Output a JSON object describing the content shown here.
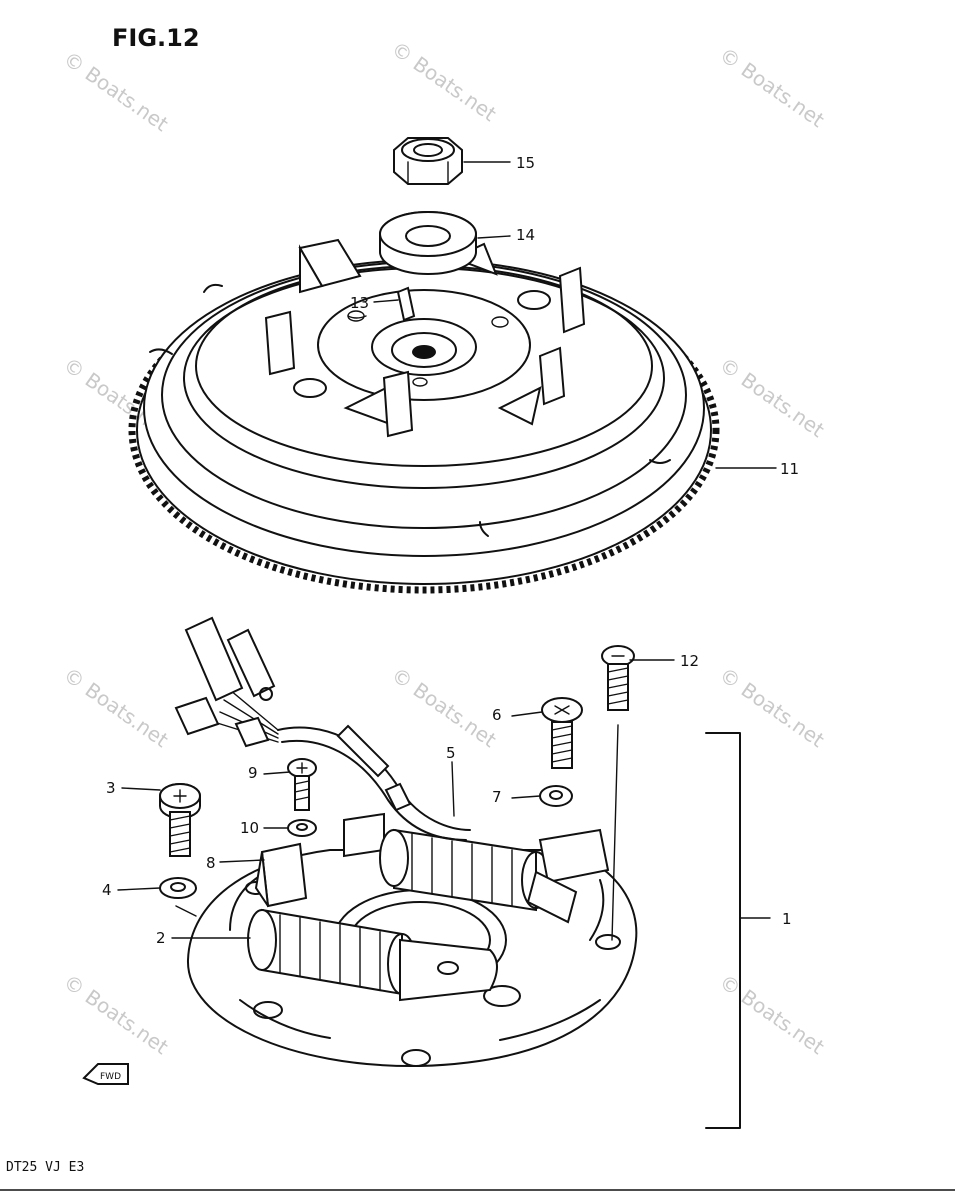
{
  "figure": {
    "title": "FIG.12",
    "model_code": "DT25 VJ E3",
    "fwd_label": "FWD",
    "watermark": "© Boats.net"
  },
  "callouts": [
    {
      "id": "1",
      "text": "1"
    },
    {
      "id": "2",
      "text": "2"
    },
    {
      "id": "3",
      "text": "3"
    },
    {
      "id": "4",
      "text": "4"
    },
    {
      "id": "5",
      "text": "5"
    },
    {
      "id": "6",
      "text": "6"
    },
    {
      "id": "7",
      "text": "7"
    },
    {
      "id": "8",
      "text": "8"
    },
    {
      "id": "9",
      "text": "9"
    },
    {
      "id": "10",
      "text": "10"
    },
    {
      "id": "11",
      "text": "11"
    },
    {
      "id": "12",
      "text": "12"
    },
    {
      "id": "13",
      "text": "13"
    },
    {
      "id": "14",
      "text": "14"
    },
    {
      "id": "15",
      "text": "15"
    }
  ]
}
